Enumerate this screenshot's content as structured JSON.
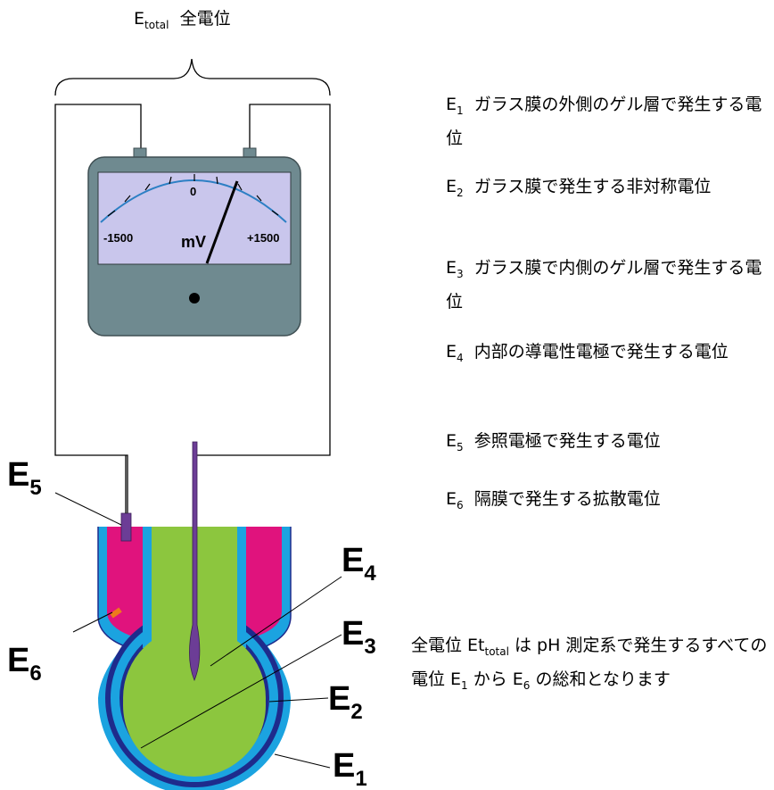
{
  "header": {
    "e_main": "E",
    "e_sub": "total",
    "label": "全電位"
  },
  "meter": {
    "scale_min": "-1500",
    "scale_zero": "0",
    "scale_max": "+1500",
    "unit": "mV"
  },
  "legend": [
    {
      "e": "E",
      "sub": "1",
      "text": "ガラス膜の外側のゲル層で発生する電位"
    },
    {
      "e": "E",
      "sub": "2",
      "text": "ガラス膜で発生する非対称電位"
    },
    {
      "e": "E",
      "sub": "3",
      "text": "ガラス膜で内側のゲル層で発生する電位"
    },
    {
      "e": "E",
      "sub": "4",
      "text": "内部の導電性電極で発生する電位"
    },
    {
      "e": "E",
      "sub": "5",
      "text": "参照電極で発生する電位"
    },
    {
      "e": "E",
      "sub": "6",
      "text": "隔膜で発生する拡散電位"
    }
  ],
  "diagram_labels": {
    "e1": {
      "main": "E",
      "sub": "1"
    },
    "e2": {
      "main": "E",
      "sub": "2"
    },
    "e3": {
      "main": "E",
      "sub": "3"
    },
    "e4": {
      "main": "E",
      "sub": "4"
    },
    "e5": {
      "main": "E",
      "sub": "5"
    },
    "e6": {
      "main": "E",
      "sub": "6"
    }
  },
  "summary": {
    "p1": "全電位 Et",
    "p1_sub": "total",
    "p2": " は pH 測定系で発生するすべての電位 E",
    "p2_sub": "1",
    "p3": " から E",
    "p3_sub": "6",
    "p4": " の総和となります"
  },
  "colors": {
    "meter_body": "#6f8a90",
    "meter_face": "#c9c6ec",
    "scale_arc": "#2c7fc4",
    "glass_outer": "#1e2b8c",
    "gel_layer": "#1ba3e0",
    "inner_solution": "#8cc63e",
    "reference_solution": "#e0137d",
    "electrode": "#6c3d96",
    "diaphragm": "#ee7a1c"
  }
}
